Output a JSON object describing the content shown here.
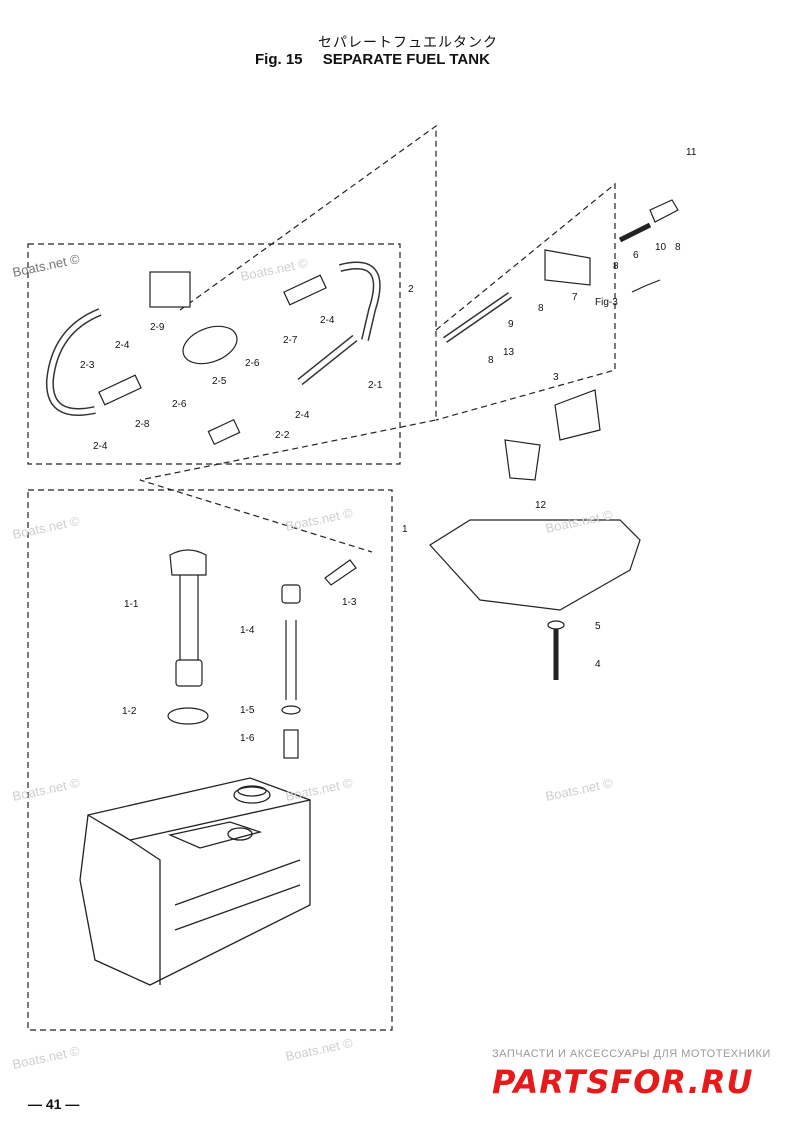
{
  "header": {
    "title_jp": "セパレートフュエルタンク",
    "fig_label": "Fig. 15",
    "title_en": "SEPARATE FUEL TANK"
  },
  "page_number": "— 41 —",
  "watermark": "Boats.net ©",
  "footer": {
    "tagline": "ЗАПЧАСТИ И АКСЕССУАРЫ ДЛЯ МОТОТЕХНИКИ",
    "brand": "PARTSFOR.RU",
    "brand_color": "#e61a1a"
  },
  "labels": {
    "l2": "2",
    "l2_1": "2-1",
    "l2_2": "2-2",
    "l2_3": "2-3",
    "l2_4a": "2-4",
    "l2_4b": "2-4",
    "l2_4c": "2-4",
    "l2_4d": "2-4",
    "l2_5": "2-5",
    "l2_6a": "2-6",
    "l2_6b": "2-6",
    "l2_7": "2-7",
    "l2_8": "2-8",
    "l2_9": "2-9",
    "l1": "1",
    "l1_1": "1-1",
    "l1_2": "1-2",
    "l1_3": "1-3",
    "l1_4": "1-4",
    "l1_5": "1-5",
    "l1_6": "1-6",
    "l3": "3",
    "l4": "4",
    "l5": "5",
    "l6": "6",
    "l7": "7",
    "l8a": "8",
    "l8b": "8",
    "l8c": "8",
    "l8d": "8",
    "l9": "9",
    "l10": "10",
    "l11": "11",
    "l12": "12",
    "l13": "13",
    "fig3": "Fig-3"
  }
}
